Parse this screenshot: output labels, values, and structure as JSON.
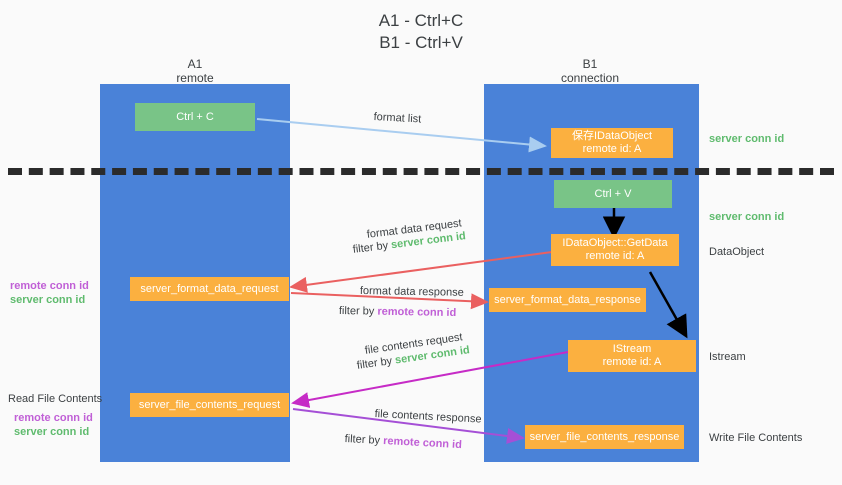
{
  "title": "A1 - Ctrl+C\nB1 - Ctrl+V",
  "colors": {
    "lane": "#4a82d8",
    "green_node": "#79c487",
    "orange_node": "#fbb040",
    "server_conn_id": "#5fbb6e",
    "remote_conn_id": "#c05fd6",
    "arrow_lightblue": "#a9cdf0",
    "arrow_red": "#ea6060",
    "arrow_magenta": "#c62bc6",
    "arrow_purple": "#a54fd6",
    "arrow_black": "#000000",
    "background": "#fafafa"
  },
  "columns": [
    {
      "name": "A1",
      "sub": "remote",
      "header": "A1\nremote"
    },
    {
      "name": "B1",
      "sub": "connection",
      "header": "B1\nconnection"
    }
  ],
  "nodes": [
    {
      "id": "ctrl-c",
      "label": "Ctrl + C",
      "style": "green",
      "column": "A1"
    },
    {
      "id": "save-idataobject",
      "label": "保存IDataObject\nremote id: A",
      "style": "orange",
      "column": "B1"
    },
    {
      "id": "ctrl-v",
      "label": "Ctrl + V",
      "style": "green",
      "column": "B1"
    },
    {
      "id": "idataobject-getdata",
      "label": "IDataObject::GetData\nremote id: A",
      "style": "orange",
      "column": "B1"
    },
    {
      "id": "server-format-data-request",
      "label": "server_format_data_request",
      "style": "orange",
      "column": "A1"
    },
    {
      "id": "server-format-data-response",
      "label": "server_format_data_response",
      "style": "orange",
      "column": "B1"
    },
    {
      "id": "istream",
      "label": "IStream\nremote id: A",
      "style": "orange",
      "column": "B1"
    },
    {
      "id": "server-file-contents-request",
      "label": "server_file_contents_request",
      "style": "orange",
      "column": "A1"
    },
    {
      "id": "server-file-contents-response",
      "label": "server_file_contents_response",
      "style": "orange",
      "column": "B1"
    }
  ],
  "edge_labels": {
    "format_list": "format list",
    "format_data_request": "format data request",
    "format_data_request_filter_prefix": "filter by ",
    "format_data_request_filter_value": "server conn id",
    "format_data_response": "format data response",
    "format_data_response_filter_prefix": "filter by ",
    "format_data_response_filter_value": "remote conn id",
    "file_contents_request": "file contents request",
    "file_contents_request_filter_prefix": "filter by ",
    "file_contents_request_filter_value": "server conn id",
    "file_contents_response": "file contents response",
    "file_contents_response_filter_prefix": "filter by ",
    "file_contents_response_filter_value": "remote conn id"
  },
  "right_labels": [
    {
      "id": "server-conn-id-top",
      "text": "server conn id",
      "style": "green"
    },
    {
      "id": "server-conn-id-second",
      "text": "server conn id",
      "style": "green"
    },
    {
      "id": "dataobject",
      "text": "DataObject",
      "style": "dark"
    },
    {
      "id": "istream-label",
      "text": "Istream",
      "style": "dark"
    },
    {
      "id": "write-file-contents",
      "text": "Write File Contents",
      "style": "dark"
    }
  ],
  "left_labels": [
    {
      "id": "remote-conn-id-upper",
      "text": "remote conn id",
      "style": "magenta"
    },
    {
      "id": "server-conn-id-upper",
      "text": "server conn id",
      "style": "green"
    },
    {
      "id": "read-file-contents",
      "text": "Read File Contents",
      "style": "dark"
    },
    {
      "id": "remote-conn-id-lower",
      "text": "remote conn id",
      "style": "magenta"
    },
    {
      "id": "server-conn-id-lower",
      "text": "server conn id",
      "style": "green"
    }
  ]
}
